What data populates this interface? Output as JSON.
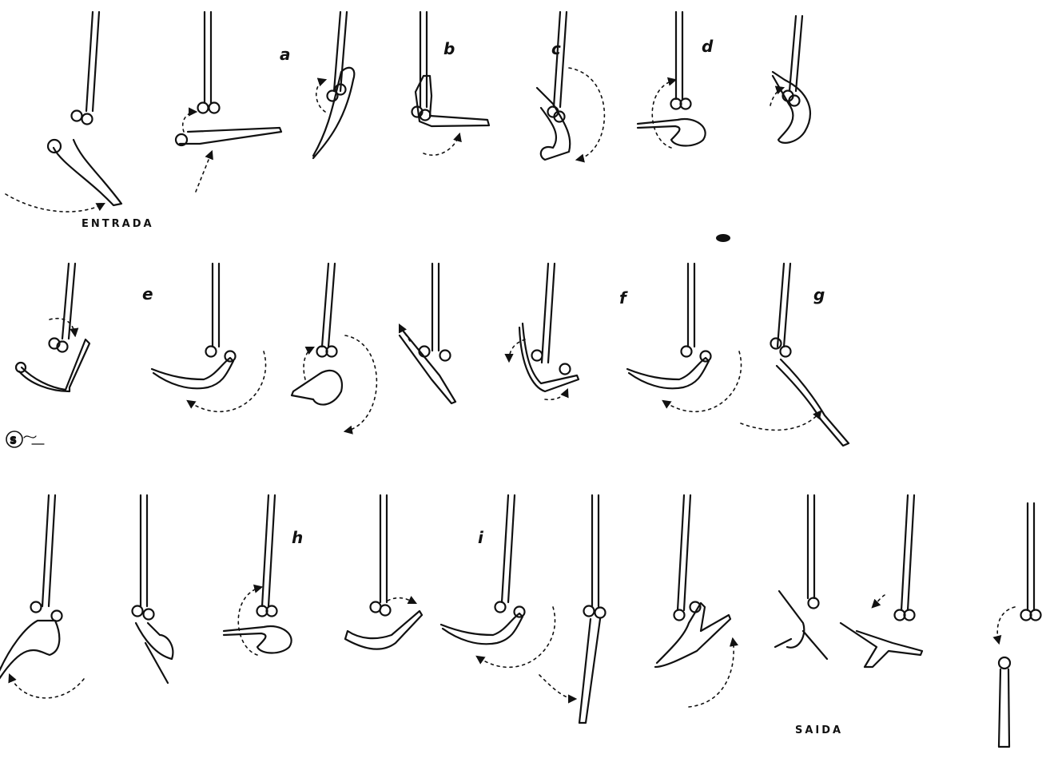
{
  "diagram": {
    "rows": [
      {
        "caption": "ENTRADA",
        "figures": [
          {
            "label": "",
            "pose": "hang-diag"
          },
          {
            "label": "a",
            "pose": "l-hang"
          },
          {
            "label": "",
            "pose": "tuck-hang"
          },
          {
            "label": "b",
            "pose": "l-support"
          },
          {
            "label": "c",
            "pose": "pike-back"
          },
          {
            "label": "d",
            "pose": "inverted-tuck"
          },
          {
            "label": "",
            "pose": "pike-curl"
          }
        ]
      },
      {
        "caption": "",
        "figures": [
          {
            "label": "",
            "pose": "pike-low"
          },
          {
            "label": "e",
            "pose": "arch-swing"
          },
          {
            "label": "",
            "pose": "tuck-spin"
          },
          {
            "label": "",
            "pose": "pike-up"
          },
          {
            "label": "",
            "pose": "v-pike"
          },
          {
            "label": "f",
            "pose": "arch-swing"
          },
          {
            "label": "g",
            "pose": "hang-diag2"
          }
        ]
      },
      {
        "caption": "SAIDA",
        "figures": [
          {
            "label": "",
            "pose": "arch-fall"
          },
          {
            "label": "",
            "pose": "tuck-low"
          },
          {
            "label": "h",
            "pose": "inverted-tuck"
          },
          {
            "label": "",
            "pose": "pike-curl2"
          },
          {
            "label": "i",
            "pose": "arch-swing"
          },
          {
            "label": "",
            "pose": "vertical-dive"
          },
          {
            "label": "",
            "pose": "straddle"
          },
          {
            "label": "",
            "pose": "dismount-twist"
          },
          {
            "label": "",
            "pose": "flyaway"
          },
          {
            "label": "",
            "pose": "landing"
          }
        ]
      }
    ],
    "signature": "S",
    "colors": {
      "ink": "#111111",
      "paper": "#ffffff"
    }
  }
}
